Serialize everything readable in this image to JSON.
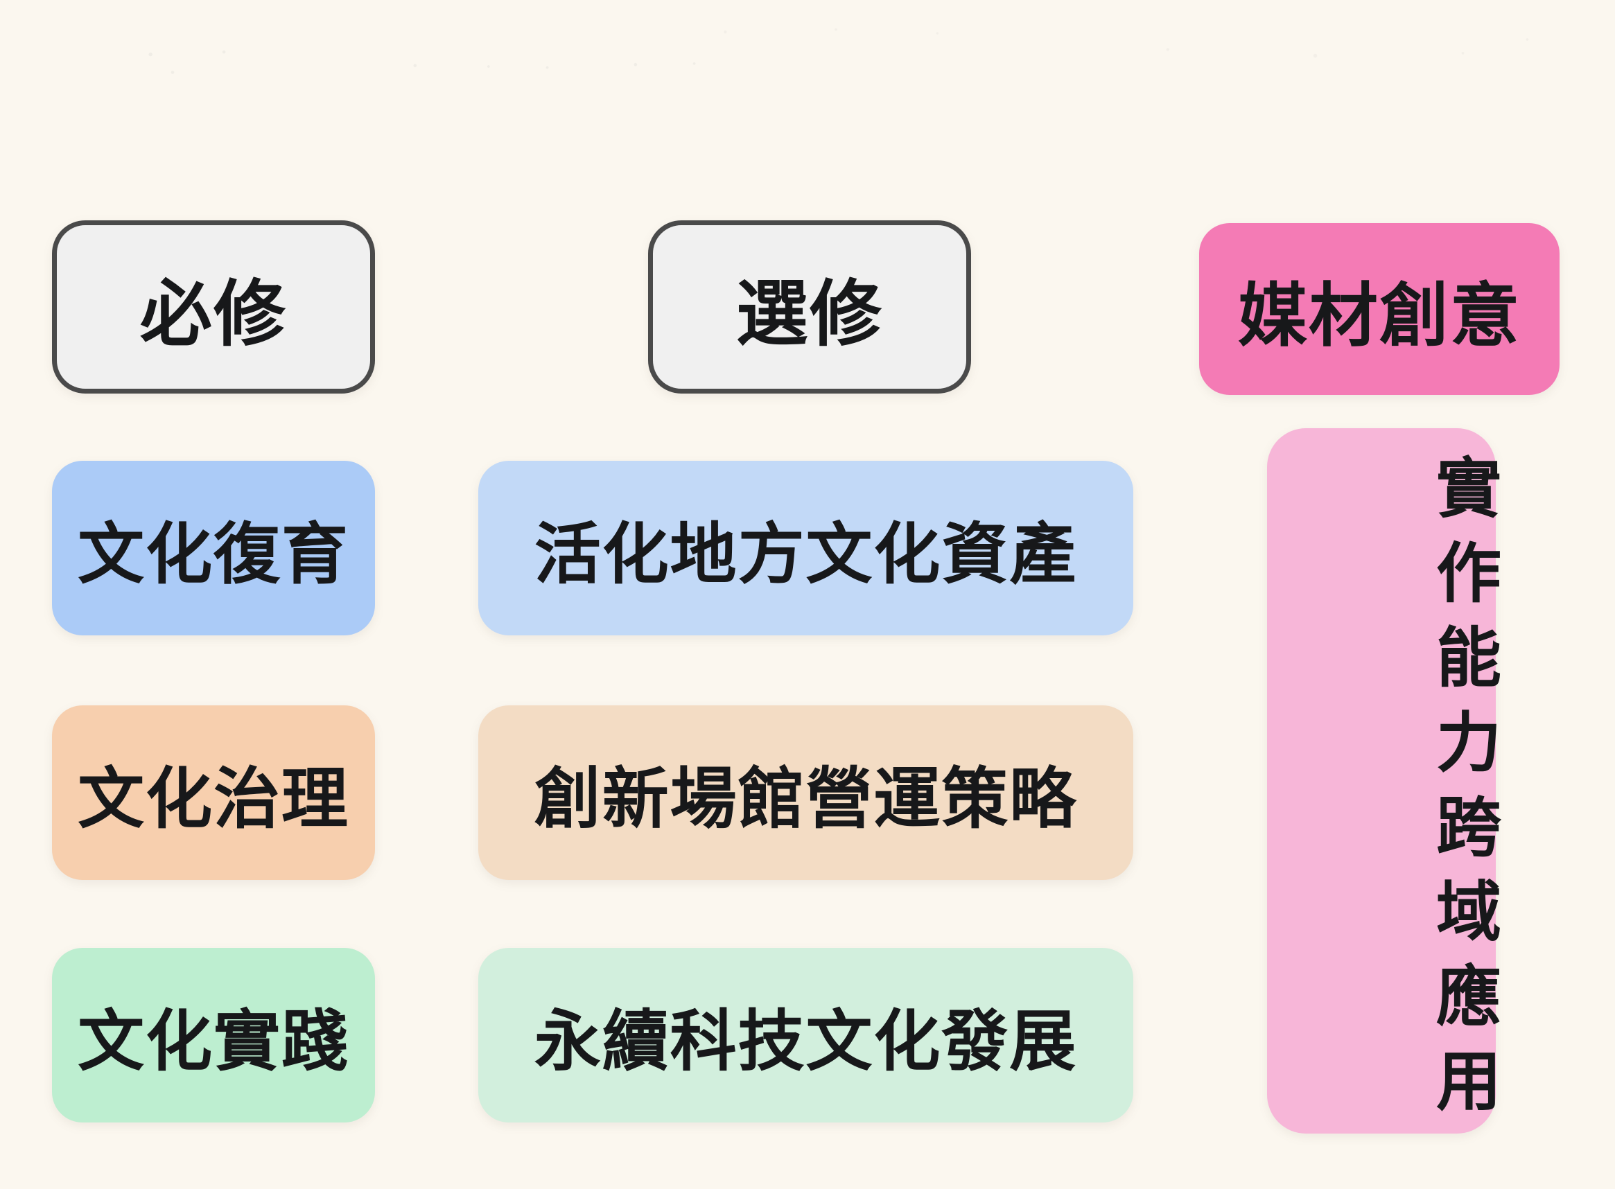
{
  "page": {
    "background_color": "#fbf7ef",
    "text_color": "#17181a"
  },
  "columns": [
    {
      "key": "required",
      "header": {
        "label": "必修",
        "style": "outline",
        "background_color": "#f0f0f0",
        "border_color": "#4a4a4a"
      },
      "items": [
        {
          "label": "文化復育",
          "color": "#abcbf7"
        },
        {
          "label": "文化治理",
          "color": "#f7cfae"
        },
        {
          "label": "文化實踐",
          "color": "#bdeed0"
        }
      ]
    },
    {
      "key": "elective",
      "header": {
        "label": "選修",
        "style": "outline",
        "background_color": "#f0f0f0",
        "border_color": "#4a4a4a"
      },
      "items": [
        {
          "label": "活化地方文化資產",
          "color": "#c2d9f7"
        },
        {
          "label": "創新場館營運策略",
          "color": "#f3dcc4"
        },
        {
          "label": "永續科技文化發展",
          "color": "#d2efdd"
        }
      ]
    },
    {
      "key": "media-creativity",
      "header": {
        "label": "媒材創意",
        "style": "solid",
        "background_color": "#f47bb5",
        "border_color": "#f47bb5"
      },
      "items": [
        {
          "label": "實作能力跨域應用",
          "color": "#f7b6d8",
          "orientation": "vertical"
        }
      ]
    }
  ]
}
